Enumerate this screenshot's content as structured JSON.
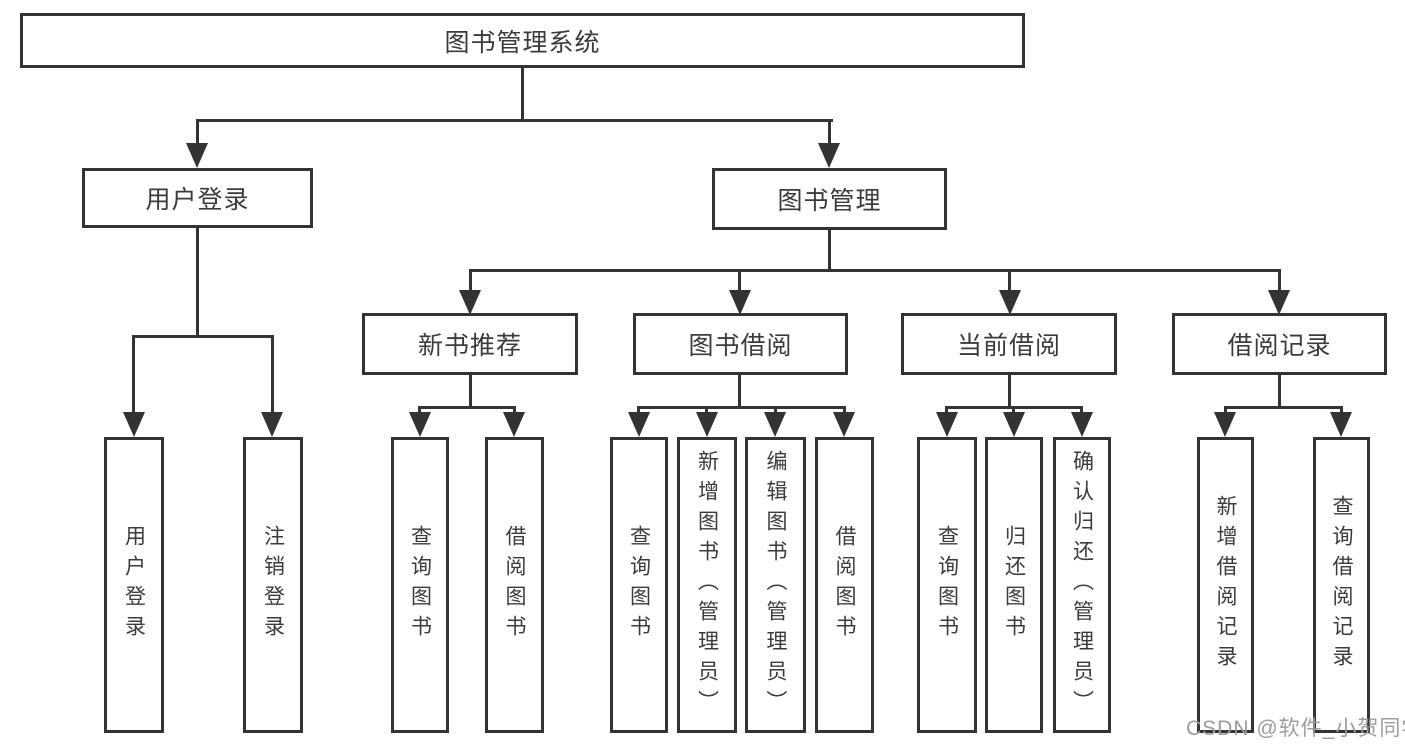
{
  "diagram": {
    "title": "图书管理系统",
    "type": "function-structure-tree",
    "colors": {
      "background": "#ffffff",
      "line": "#333333",
      "box_border": "#333333",
      "text": "#3b3b3b",
      "watermark": "#9c9c9c"
    },
    "tree": {
      "label": "图书管理系统",
      "children": [
        {
          "label": "用户登录",
          "children": [
            {
              "label": "用户登录"
            },
            {
              "label": "注销登录"
            }
          ]
        },
        {
          "label": "图书管理",
          "children": [
            {
              "label": "新书推荐",
              "children": [
                {
                  "label": "查询图书"
                },
                {
                  "label": "借阅图书"
                }
              ]
            },
            {
              "label": "图书借阅",
              "children": [
                {
                  "label": "查询图书"
                },
                {
                  "label": "新增图书（管理员）"
                },
                {
                  "label": "编辑图书（管理员）"
                },
                {
                  "label": "借阅图书"
                }
              ]
            },
            {
              "label": "当前借阅",
              "children": [
                {
                  "label": "查询图书"
                },
                {
                  "label": "归还图书"
                },
                {
                  "label": "确认归还（管理员）"
                }
              ]
            },
            {
              "label": "借阅记录",
              "children": [
                {
                  "label": "新增借阅记录"
                },
                {
                  "label": "查询借阅记录"
                }
              ]
            }
          ]
        }
      ]
    },
    "watermark": {
      "text": "CSDN @软件_小贺同学"
    }
  }
}
